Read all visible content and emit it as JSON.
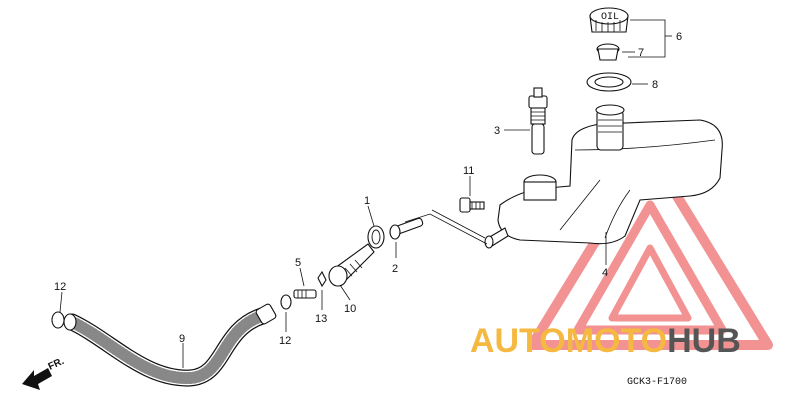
{
  "callouts": {
    "c1": "1",
    "c2": "2",
    "c3": "3",
    "c4": "4",
    "c5": "5",
    "c6": "6",
    "c7": "7",
    "c8": "8",
    "c9": "9",
    "c10": "10",
    "c11": "11",
    "c12a": "12",
    "c12b": "12",
    "c13": "13"
  },
  "cap_label": "OIL",
  "direction_label": "FR.",
  "diagram_code": "GCK3-F1700",
  "watermark": {
    "part1": "AUTO",
    "part2": "MOTO",
    "part3": "HUB",
    "color_auto": "#f5b942",
    "color_moto": "#f5b942",
    "color_hub": "#555555",
    "triangle_color": "#f08080"
  }
}
